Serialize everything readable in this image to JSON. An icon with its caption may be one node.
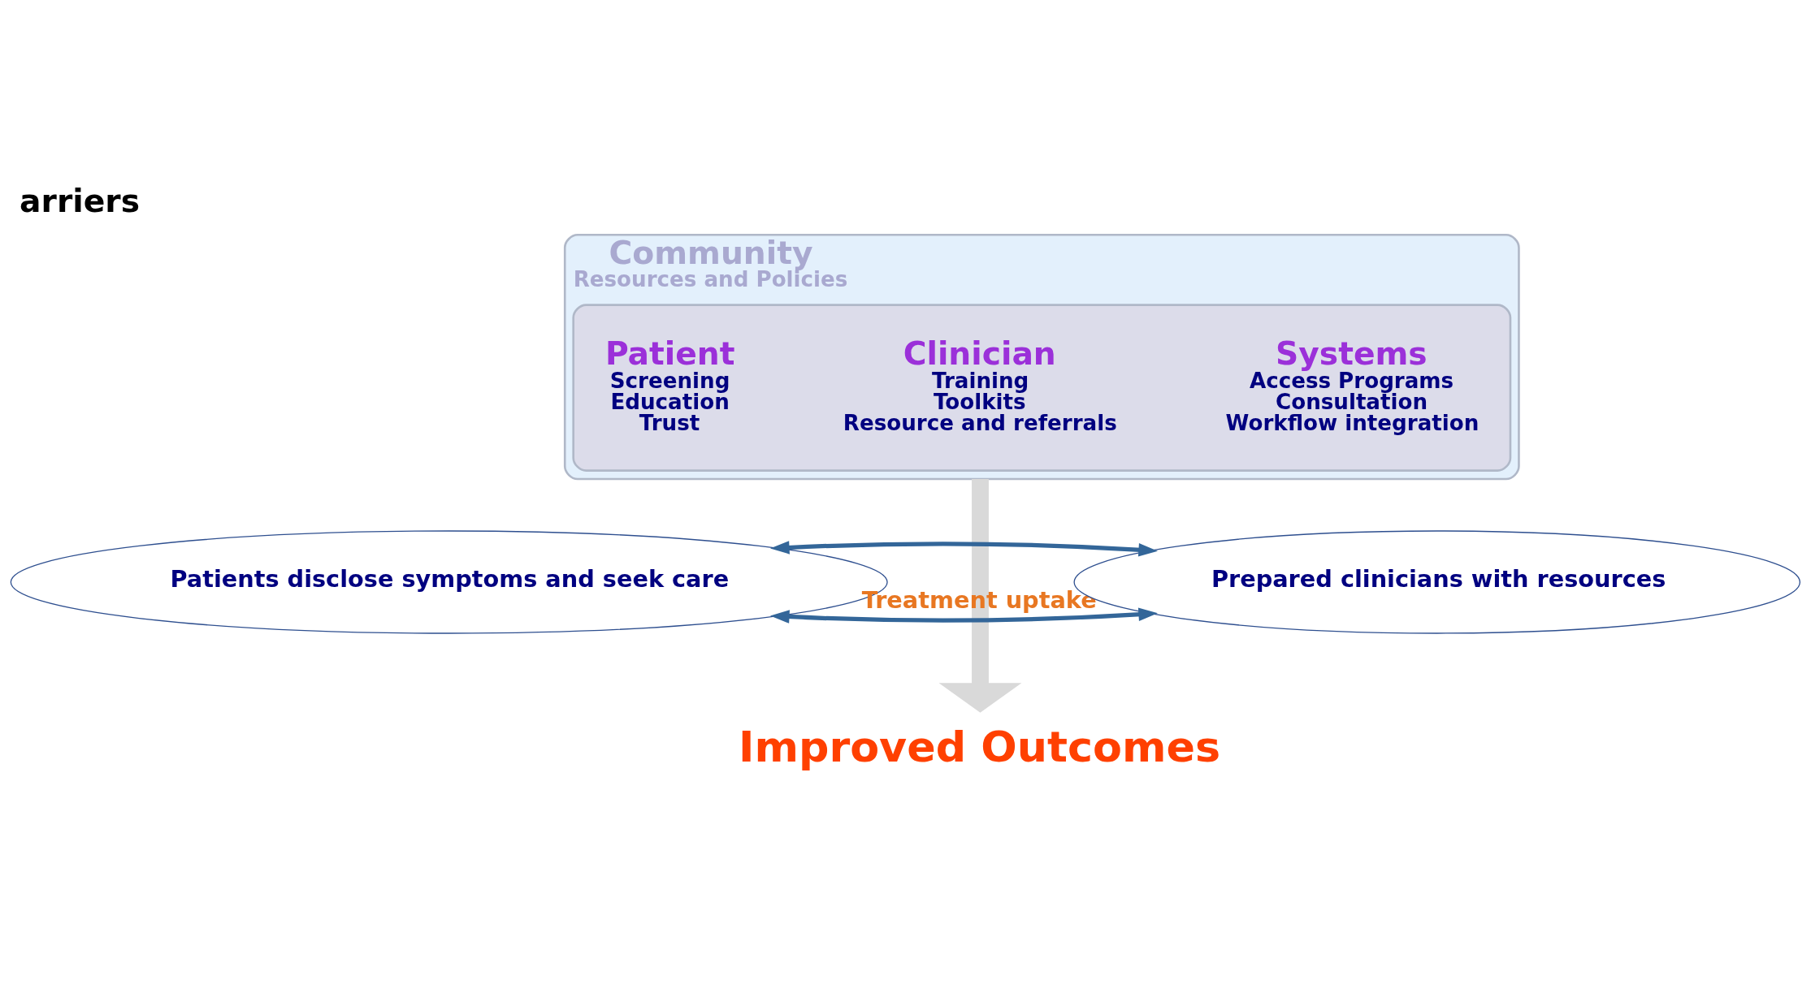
{
  "diagram": {
    "title": "arriers",
    "nodes": [
      {
        "text": [
          "Community",
          "Resources and Policies"
        ]
      },
      {
        "text": [],
        "shape": "ellipse",
        "in": 0
      },
      {
        "text": [
          "Patient",
          "Screening",
          "Education",
          "Trust"
        ],
        "in": 1
      },
      {
        "text": [
          "Clinician",
          "Training",
          "Toolkits",
          "Resource and referrals"
        ],
        "in": 1
      },
      {
        "text": [
          "Systems",
          "Access Programs",
          "Consultation",
          "Workflow integration"
        ],
        "in": 1
      },
      {
        "text": [
          "Patients disclose symptoms and seek care"
        ]
      },
      {
        "text": [
          "Prepared clinicians with resources"
        ]
      },
      {
        "text": [
          "Improved Outcomes"
        ]
      }
    ],
    "edges": [
      {
        "from": 0,
        "to": 7,
        "arrow": "to",
        "label": "Treatment uptake",
        "style": "thick",
        "color": "#d9d9d9"
      },
      {
        "from": 5,
        "to": 6,
        "arrow": "both",
        "color": "#336699"
      },
      {
        "from": 5,
        "to": 6,
        "arrow": "both",
        "color": "#336699"
      }
    ]
  }
}
